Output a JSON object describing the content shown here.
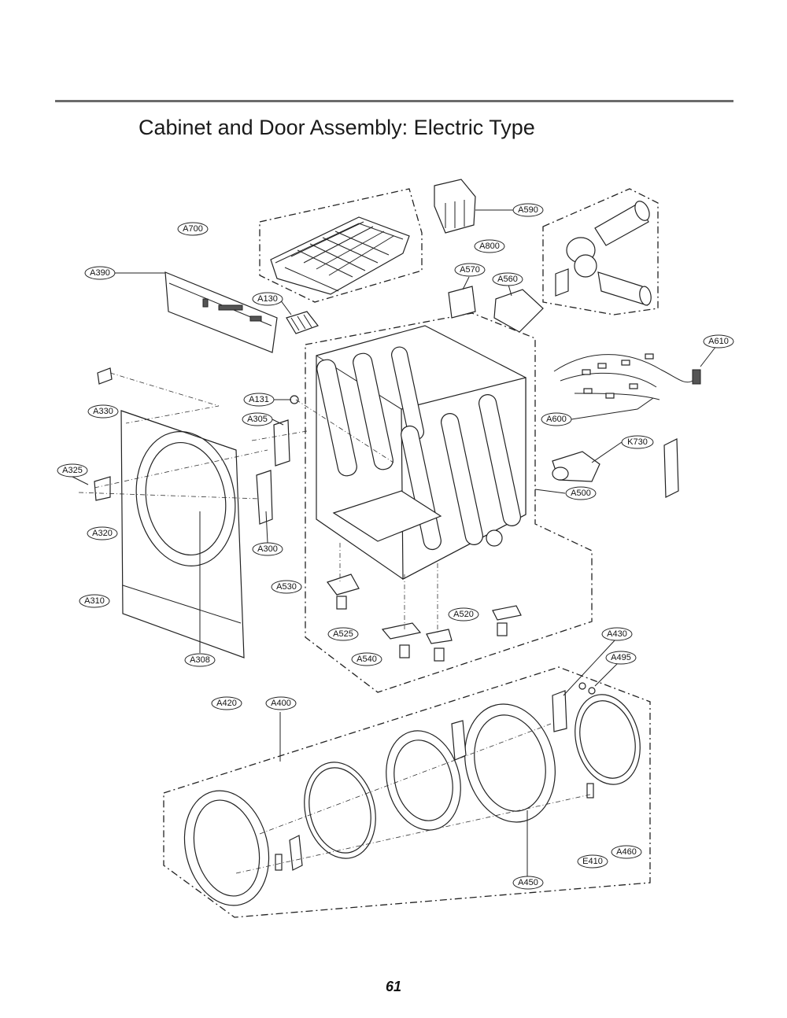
{
  "header": {
    "title": "Cabinet and Door Assembly: Electric Type"
  },
  "footer": {
    "page_number": "61"
  },
  "callouts": {
    "A700": "A700",
    "A390": "A390",
    "A130": "A130",
    "A590": "A590",
    "A800": "A800",
    "A570": "A570",
    "A560": "A560",
    "A610": "A610",
    "A600": "A600",
    "K730": "K730",
    "A500": "A500",
    "A330": "A330",
    "A131": "A131",
    "A305": "A305",
    "A325": "A325",
    "A320": "A320",
    "A300": "A300",
    "A310": "A310",
    "A530": "A530",
    "A520": "A520",
    "A525": "A525",
    "A540": "A540",
    "A308": "A308",
    "A430": "A430",
    "A495": "A495",
    "A420": "A420",
    "A400": "A400",
    "A450": "A450",
    "E410": "E410",
    "A460": "A460"
  }
}
